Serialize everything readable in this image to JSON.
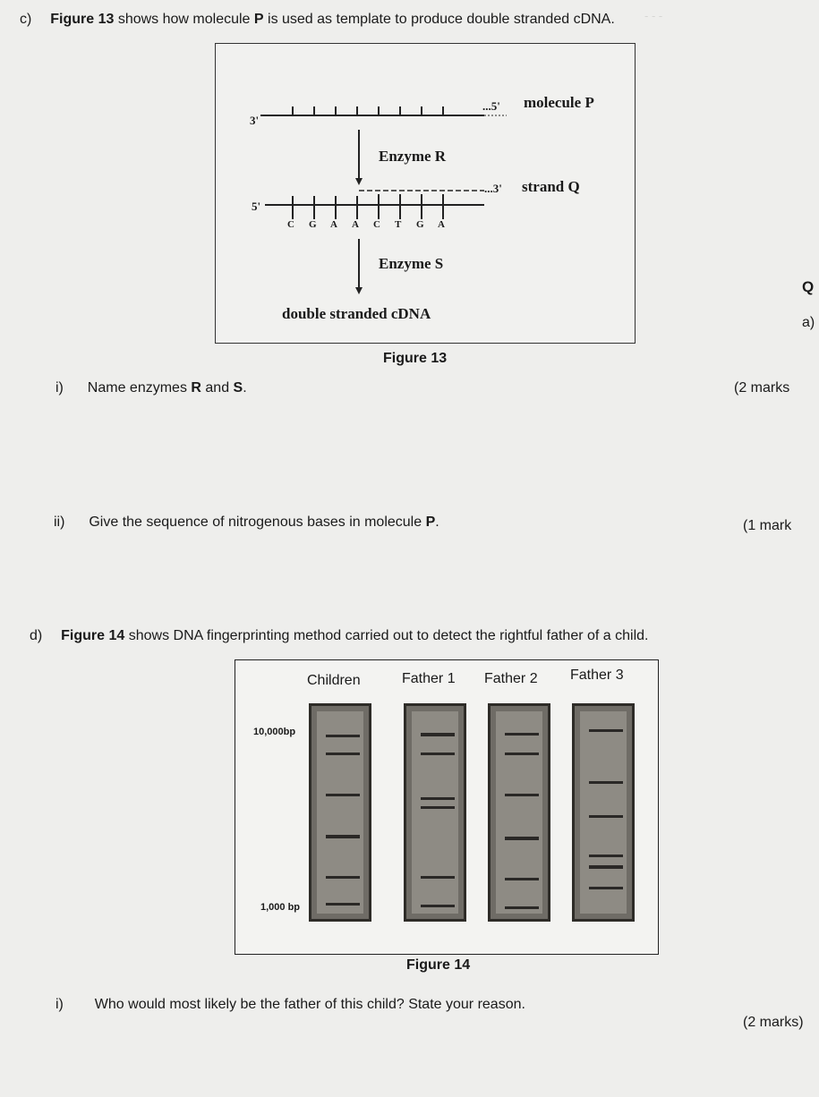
{
  "part_c": {
    "label": "c)",
    "question_bold": "Figure 13",
    "question_pre": " shows how molecule ",
    "question_p": "P",
    "question_post": " is used as template to produce double stranded cDNA.",
    "figure": {
      "caption": "Figure 13",
      "end_3_top": "3'",
      "end_5_top": "...5'",
      "molecule_label": "molecule P",
      "enzyme_r": "Enzyme R",
      "end_5_mid": "5'",
      "end_3_mid": "...3'",
      "strand_label": "strand Q",
      "bases": [
        "C",
        "G",
        "A",
        "A",
        "C",
        "T",
        "G",
        "A"
      ],
      "enzyme_s": "Enzyme S",
      "product": "double stranded cDNA"
    },
    "sub_i": {
      "num": "i)",
      "text_pre": "Name enzymes ",
      "r": "R",
      "and": " and ",
      "s": "S",
      "end": ".",
      "marks": "(2 marks"
    },
    "sub_ii": {
      "num": "ii)",
      "text_pre": "Give the sequence of nitrogenous bases in molecule ",
      "p": "P",
      "end": ".",
      "marks": "(1 mark"
    }
  },
  "part_d": {
    "label": "d)",
    "question_bold": "Figure 14",
    "question_rest": " shows DNA fingerprinting method carried out to detect the rightful father of a child.",
    "figure": {
      "caption": "Figure 14",
      "columns": [
        "Children",
        "Father 1",
        "Father 2",
        "Father 3"
      ],
      "marker_top": "10,000bp",
      "marker_bottom": "1,000 bp"
    },
    "sub_i": {
      "num": "i)",
      "text": "Who would most likely be the father of this child? State your reason.",
      "marks": "(2 marks)"
    }
  },
  "edge": {
    "q": "Q",
    "a": "a)"
  },
  "colors": {
    "page": "#eeeeec",
    "gel": "#8e8b84",
    "band": "#2a2826"
  }
}
